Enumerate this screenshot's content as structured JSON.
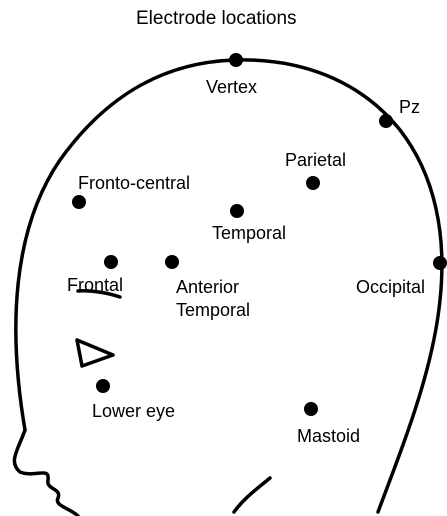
{
  "title": "Electrode locations",
  "electrodes": {
    "vertex": "Vertex",
    "pz": "Pz",
    "parietal": "Parietal",
    "fronto_central": "Fronto-central",
    "temporal": "Temporal",
    "frontal": "Frontal",
    "anterior_temporal_line1": "Anterior",
    "anterior_temporal_line2": "Temporal",
    "occipital": "Occipital",
    "lower_eye": "Lower eye",
    "mastoid": "Mastoid"
  }
}
